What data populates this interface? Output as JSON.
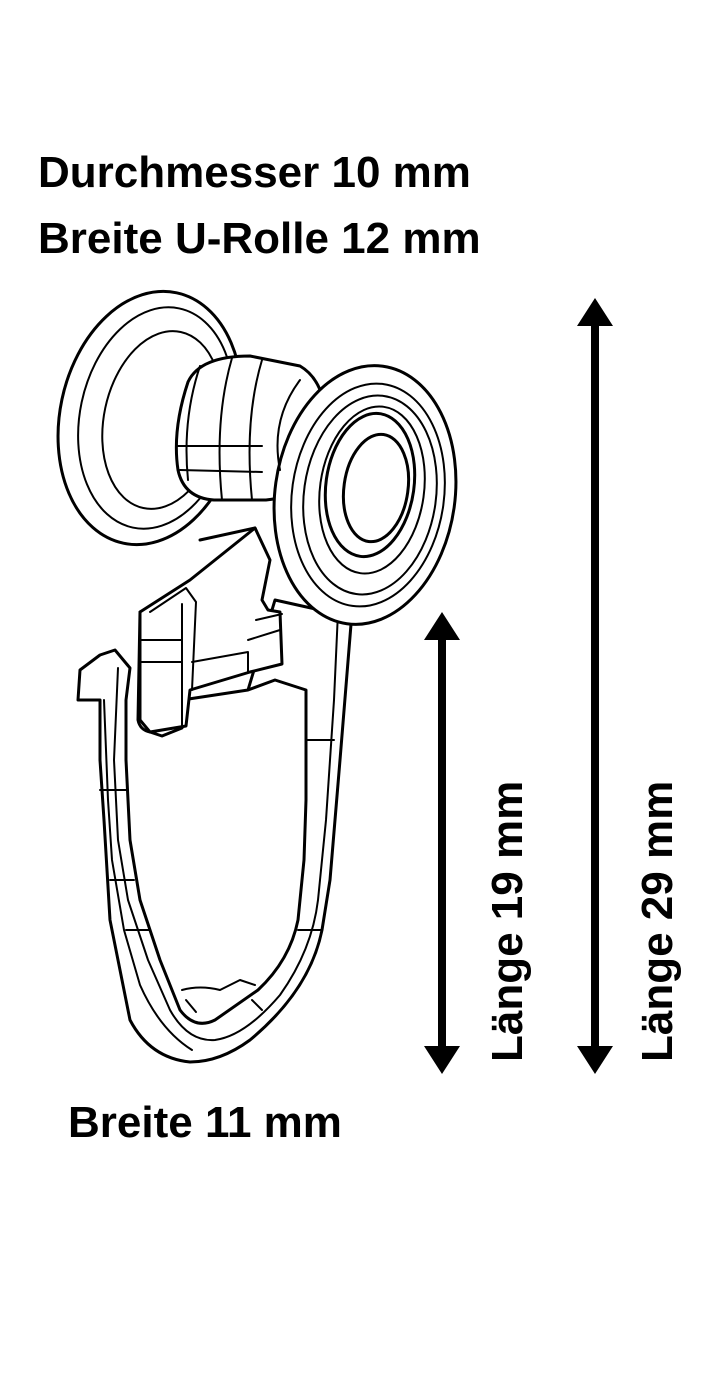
{
  "labels": {
    "diameter": "Durchmesser 10 mm",
    "width_roller": "Breite U-Rolle 12 mm",
    "width_hook": "Breite 11 mm",
    "length_hook": "Länge 19 mm",
    "length_total": "Länge 29 mm"
  },
  "colors": {
    "line": "#000000",
    "background": "#ffffff"
  }
}
